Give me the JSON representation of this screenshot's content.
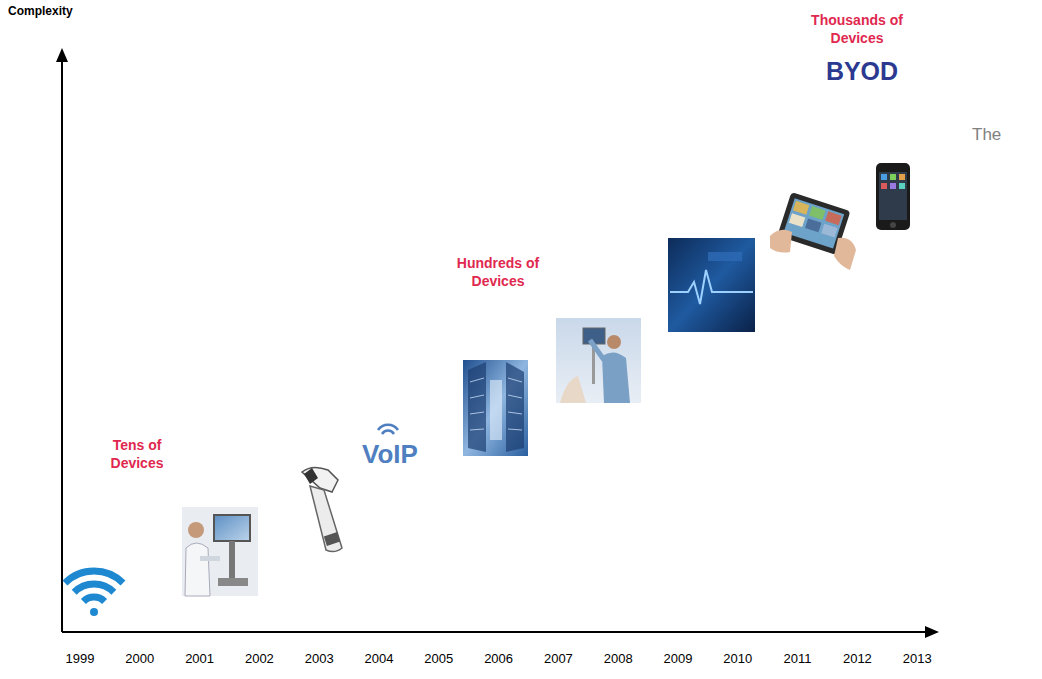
{
  "diagram": {
    "labels": [
      "Complexity",
      "Tens of Devices",
      "Hundreds of Devices",
      "Thousands of Devices",
      "BYOD",
      "VoIP",
      "The",
      "1999",
      "2000",
      "2001",
      "2002",
      "2003",
      "2004",
      "2005",
      "2006",
      "2007",
      "2008",
      "2009",
      "2010",
      "2011",
      "2012",
      "2013"
    ]
  }
}
